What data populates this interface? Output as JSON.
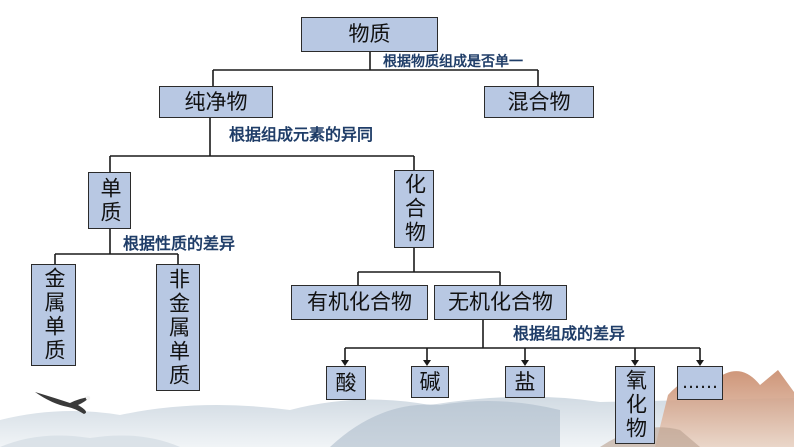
{
  "colors": {
    "box_fill": "#b8c8e3",
    "box_border": "#2b2b2b",
    "note_text": "#1f3d68"
  },
  "nodes": {
    "substance": "物质",
    "pure": "纯净物",
    "mixture": "混合物",
    "element": "单质",
    "compound": "化合物",
    "metal": "金属单质",
    "nonmetal": "非金属单质",
    "organic": "有机化合物",
    "inorganic": "无机化合物",
    "acid": "酸",
    "base": "碱",
    "salt": "盐",
    "oxide": "氧化物",
    "etc": "……"
  },
  "notes": {
    "by_single": "根据物质组成是否单一",
    "by_element": "根据组成元素的异同",
    "by_property": "根据性质的差异",
    "by_composition": "根据组成的差异"
  },
  "decor": {
    "bird": "eagle-icon",
    "landscape": "mountain-landscape"
  }
}
